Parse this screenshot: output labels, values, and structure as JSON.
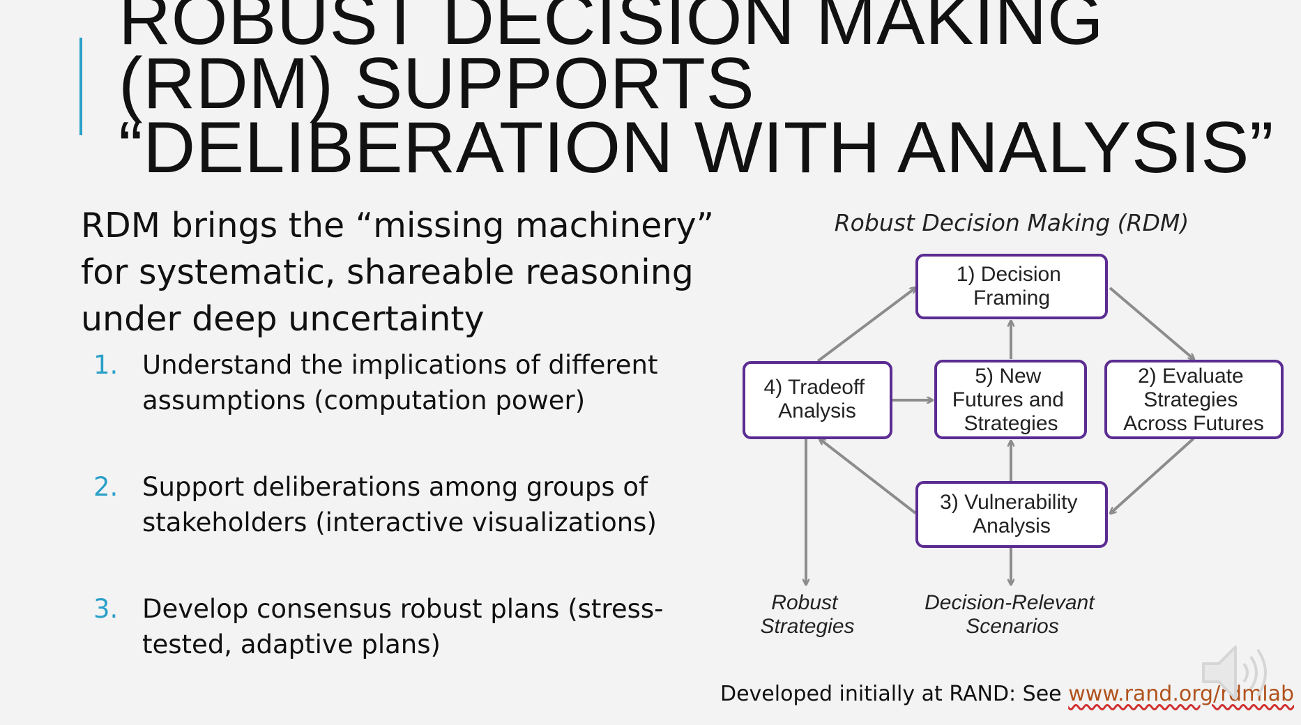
{
  "title": {
    "lines": [
      "ROBUST DECISION MAKING",
      "(RDM) SUPPORTS",
      "“DELIBERATION WITH ANALYSIS”"
    ]
  },
  "intro": {
    "lines": [
      "RDM brings the “missing machinery”",
      "for systematic, shareable reasoning",
      "under deep uncertainty"
    ]
  },
  "list": [
    {
      "num": "1.",
      "lines": [
        "Understand the implications of different",
        "assumptions (computation power)"
      ]
    },
    {
      "num": "2.",
      "lines": [
        "Support deliberations among groups of",
        "stakeholders (interactive visualizations)"
      ]
    },
    {
      "num": "3.",
      "lines": [
        "Develop consensus robust plans (stress-",
        "tested, adaptive plans)"
      ]
    }
  ],
  "diagram": {
    "title": "Robust Decision Making (RDM)",
    "nodes": {
      "framing": [
        "1) Decision",
        "Framing"
      ],
      "evaluate": [
        "2) Evaluate",
        "Strategies",
        "Across Futures"
      ],
      "vulnerability": [
        "3) Vulnerability",
        "Analysis"
      ],
      "tradeoff": [
        "4) Tradeoff",
        "Analysis"
      ],
      "new_futures": [
        "5) New",
        "Futures and",
        "Strategies"
      ]
    },
    "outputs": {
      "robust": [
        "Robust",
        "Strategies"
      ],
      "scenarios": [
        "Decision-Relevant",
        "Scenarios"
      ]
    },
    "colors": {
      "box_border": "#5b2c91",
      "arrow": "#8c8c8c"
    }
  },
  "footer": {
    "text": "Developed initially at RAND: See",
    "link": "www.rand.org/rdmlab"
  },
  "accent_color": "#2aa0c8",
  "icons": [
    "speaker-icon"
  ]
}
